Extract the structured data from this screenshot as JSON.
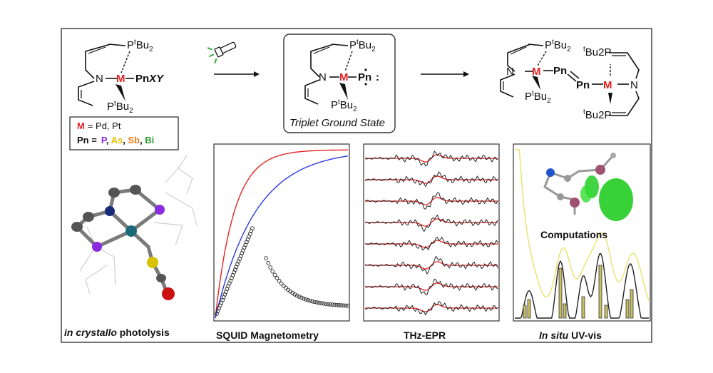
{
  "reactant": {
    "phosphine_top": "P",
    "phosphine_top_sup": "t",
    "phosphine_top_tail": "Bu",
    "phosphine_top_sub": "2",
    "nitrogen": "N",
    "metal": "M",
    "ligand_pn": "Pn",
    "ligand_xy": "XY",
    "phosphine_bottom": "P",
    "phosphine_bottom_sup": "t",
    "phosphine_bottom_tail": "Bu",
    "phosphine_bottom_sub": "2"
  },
  "legend": {
    "m_symbol": "M",
    "m_values": "= Pd, Pt",
    "pn_symbol": "Pn =",
    "pn_values": [
      {
        "text": "P",
        "color": "#8b2be2"
      },
      {
        "text": "As",
        "color": "#e8c000"
      },
      {
        "text": "Sb",
        "color": "#f08020"
      },
      {
        "text": "Bi",
        "color": "#2aa02a"
      }
    ]
  },
  "intermediate": {
    "label": "Triplet Ground State",
    "metal": "M",
    "nitrogen": "N",
    "pn": "Pn",
    "dots": ":"
  },
  "product": {
    "left_metal": "M",
    "right_metal": "M",
    "pn_left": "Pn",
    "pn_right": "Pn",
    "nitrogen_left": "N",
    "nitrogen_right": "N",
    "tbu2p_top": "Bu2P",
    "tbu2p_bottom": "Bu2P",
    "t_sup": "t"
  },
  "panels": {
    "crystallo_prefix": "in crystallo",
    "crystallo_suffix": " photolysis",
    "squid": "SQUID Magnetometry",
    "thz": "THz-EPR",
    "uvvis_prefix": "In situ",
    "uvvis_suffix": " UV-vis",
    "computations": "Computations"
  },
  "colors": {
    "metal": "#e52222",
    "fit_red": "#e52222",
    "fit_blue": "#2a3ae0",
    "uv_yellow": "#e8e060",
    "orbital_green": "#22cc22"
  }
}
